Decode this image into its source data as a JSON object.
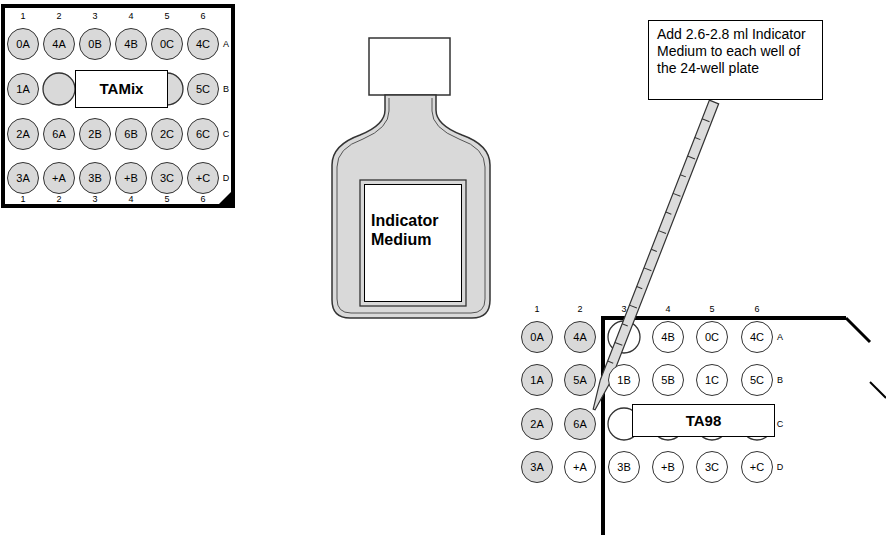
{
  "diagram": {
    "nodes": [
      {
        "text": [
          "0A"
        ]
      },
      {
        "text": [
          "4A"
        ]
      },
      {
        "text": [
          "0B"
        ]
      },
      {
        "text": [
          "4B"
        ]
      },
      {
        "text": [
          "0C"
        ]
      },
      {
        "text": [
          "4C"
        ]
      },
      {
        "text": [
          "1A"
        ]
      },
      {
        "text": [
          "5C"
        ]
      },
      {
        "text": [
          "2A"
        ]
      },
      {
        "text": [
          "6A"
        ]
      },
      {
        "text": [
          "2B"
        ]
      },
      {
        "text": [
          "6B"
        ]
      },
      {
        "text": [
          "2C"
        ]
      },
      {
        "text": [
          "6C"
        ]
      },
      {
        "text": [
          "3A"
        ]
      },
      {
        "text": [
          "+A"
        ]
      },
      {
        "text": [
          "3B"
        ]
      },
      {
        "text": [
          "+B"
        ]
      },
      {
        "text": [
          "3C"
        ]
      },
      {
        "text": [
          "+C"
        ]
      },
      {
        "text": [
          "TAMix"
        ]
      },
      {
        "text": [
          "Indicator Medium"
        ]
      },
      {
        "text": [
          "Add 2.6-2.8 ml Indicator Medium to each well of the 24-well plate"
        ]
      },
      {
        "text": [
          "0A"
        ]
      },
      {
        "text": [
          "4A"
        ]
      },
      {
        "text": [
          "4B"
        ]
      },
      {
        "text": [
          "0C"
        ]
      },
      {
        "text": [
          "4C"
        ]
      },
      {
        "text": [
          "1A"
        ]
      },
      {
        "text": [
          "5A"
        ]
      },
      {
        "text": [
          "1B"
        ]
      },
      {
        "text": [
          "5B"
        ]
      },
      {
        "text": [
          "1C"
        ]
      },
      {
        "text": [
          "5C"
        ]
      },
      {
        "text": [
          "2A"
        ]
      },
      {
        "text": [
          "6A"
        ]
      },
      {
        "text": [
          "3A"
        ]
      },
      {
        "text": [
          "+A"
        ]
      },
      {
        "text": [
          "3B"
        ]
      },
      {
        "text": [
          "+B"
        ]
      },
      {
        "text": [
          "3C"
        ]
      },
      {
        "text": [
          "+C"
        ]
      },
      {
        "text": [
          "TA98"
        ]
      }
    ],
    "labels": [
      "1",
      "2",
      "3",
      "4",
      "5",
      "6",
      "A",
      "B",
      "C",
      "D",
      "1",
      "2",
      "3",
      "4",
      "5",
      "6",
      "1",
      "2",
      "3",
      "4",
      "5",
      "6",
      "A",
      "B",
      "C",
      "D"
    ]
  }
}
